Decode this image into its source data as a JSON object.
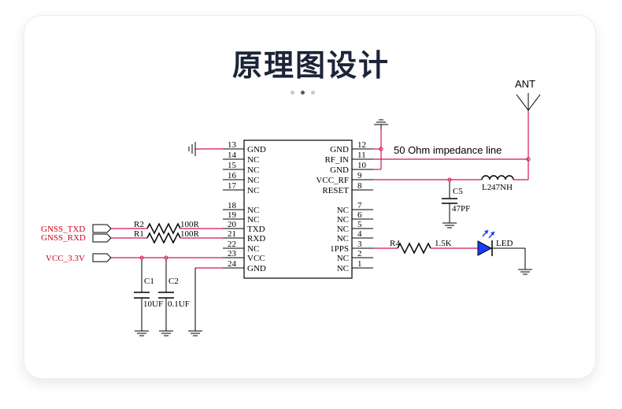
{
  "title": "原理图设计",
  "carousel": {
    "count": 3,
    "active": 1
  },
  "left_pins": [
    {
      "num": "13",
      "name": "GND"
    },
    {
      "num": "14",
      "name": "NC"
    },
    {
      "num": "15",
      "name": "NC"
    },
    {
      "num": "16",
      "name": "NC"
    },
    {
      "num": "17",
      "name": "NC"
    },
    {
      "num": "18",
      "name": "NC"
    },
    {
      "num": "19",
      "name": "NC"
    },
    {
      "num": "20",
      "name": "TXD"
    },
    {
      "num": "21",
      "name": "RXD"
    },
    {
      "num": "22",
      "name": "NC"
    },
    {
      "num": "23",
      "name": "VCC"
    },
    {
      "num": "24",
      "name": "GND"
    }
  ],
  "right_pins": [
    {
      "num": "12",
      "name": "GND"
    },
    {
      "num": "11",
      "name": "RF_IN"
    },
    {
      "num": "10",
      "name": "GND"
    },
    {
      "num": "9",
      "name": "VCC_RF"
    },
    {
      "num": "8",
      "name": "RESET"
    },
    {
      "num": "7",
      "name": "NC"
    },
    {
      "num": "6",
      "name": "NC"
    },
    {
      "num": "5",
      "name": "NC"
    },
    {
      "num": "4",
      "name": "NC"
    },
    {
      "num": "3",
      "name": "1PPS"
    },
    {
      "num": "2",
      "name": "NC"
    },
    {
      "num": "1",
      "name": "NC"
    }
  ],
  "nets": {
    "gnss_txd": "GNSS_TXD",
    "gnss_rxd": "GNSS_RXD",
    "vcc": "VCC_3.3V"
  },
  "components": {
    "r2": {
      "ref": "R2",
      "value": "100R"
    },
    "r1": {
      "ref": "R1",
      "value": "100R"
    },
    "r4": {
      "ref": "R4",
      "value": "1.5K"
    },
    "c1": {
      "ref": "C1",
      "value": "10UF"
    },
    "c2": {
      "ref": "C2",
      "value": "0.1UF"
    },
    "c5": {
      "ref": "C5",
      "value": "47PF"
    },
    "l2": {
      "ref": "L2",
      "value": "47NH"
    },
    "led": {
      "ref": "LED"
    },
    "antenna": {
      "ref": "ANT"
    }
  },
  "annotation": "50 Ohm impedance line",
  "colors": {
    "wire": "#d4145a",
    "text_red": "#d0021b",
    "title": "#1c2438"
  }
}
